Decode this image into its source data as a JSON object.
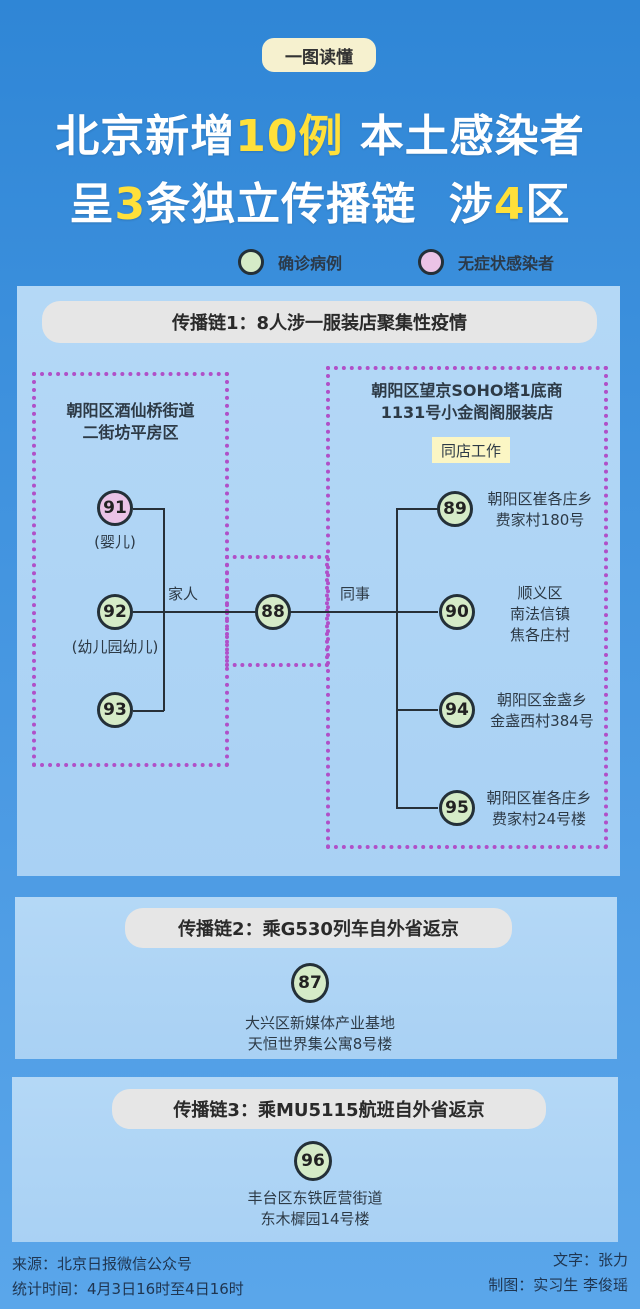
{
  "header": {
    "tag": "一图读懂",
    "title_line1": {
      "a": "北京新增",
      "b": "10例",
      "c": " 本土感染者"
    },
    "title_line2": {
      "a": "呈",
      "b": "3",
      "c": "条独立传播链  涉",
      "d": "4",
      "e": "区"
    }
  },
  "legend": [
    {
      "label": "确诊病例",
      "color": "#d5ebc7"
    },
    {
      "label": "无症状感染者",
      "color": "#ebc3e6"
    }
  ],
  "chain1": {
    "title": "传播链1：8人涉一服装店聚集性疫情",
    "left_box": {
      "line1": "朝阳区酒仙桥街道",
      "line2": "二街坊平房区"
    },
    "right_box": {
      "line1": "朝阳区望京SOHO塔1底商",
      "line2": "1131号小金阁阁服装店",
      "tag": "同店工作"
    },
    "family_label": "家人",
    "colleague_label": "同事",
    "hub": {
      "id": "88",
      "type": "confirmed"
    },
    "family": [
      {
        "id": "91",
        "type": "asymptomatic",
        "note": "(婴儿)"
      },
      {
        "id": "92",
        "type": "confirmed",
        "note": "(幼儿园幼儿)"
      },
      {
        "id": "93",
        "type": "confirmed",
        "note": ""
      }
    ],
    "colleagues": [
      {
        "id": "89",
        "type": "confirmed",
        "addr": [
          "朝阳区崔各庄乡",
          "费家村180号"
        ]
      },
      {
        "id": "90",
        "type": "confirmed",
        "addr": [
          "顺义区",
          "南法信镇",
          "焦各庄村"
        ]
      },
      {
        "id": "94",
        "type": "confirmed",
        "addr": [
          "朝阳区金盏乡",
          "金盏西村384号"
        ]
      },
      {
        "id": "95",
        "type": "confirmed",
        "addr": [
          "朝阳区崔各庄乡",
          "费家村24号楼"
        ]
      }
    ]
  },
  "chain2": {
    "title": "传播链2：乘G530列车自外省返京",
    "case": {
      "id": "87",
      "type": "confirmed"
    },
    "addr": [
      "大兴区新媒体产业基地",
      "天恒世界集公寓8号楼"
    ]
  },
  "chain3": {
    "title": "传播链3：乘MU5115航班自外省返京",
    "case": {
      "id": "96",
      "type": "confirmed"
    },
    "addr": [
      "丰台区东铁匠营街道",
      "东木樨园14号楼"
    ]
  },
  "footer": {
    "source": "来源：北京日报微信公众号",
    "time": "统计时间：4月3日16时至4日16时",
    "text_by": "文字：张力",
    "design_by": "制图：实习生 李俊瑶"
  }
}
